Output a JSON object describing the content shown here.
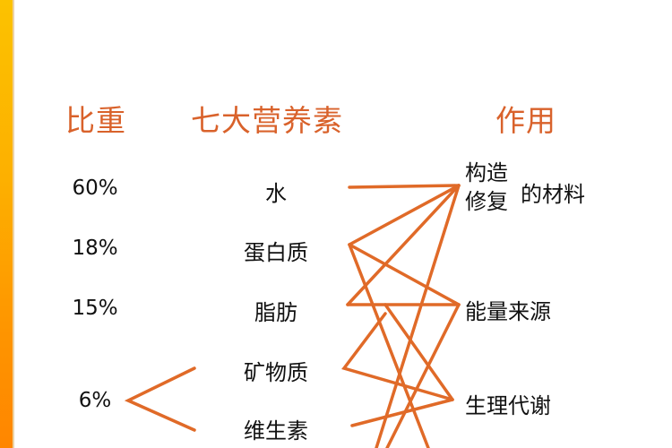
{
  "headers": {
    "ratio": "比重",
    "nutrients": "七大营养素",
    "function": "作用"
  },
  "rows": [
    {
      "ratio": "60%",
      "nutrient": "水"
    },
    {
      "ratio": "18%",
      "nutrient": "蛋白质"
    },
    {
      "ratio": "15%",
      "nutrient": "脂肪"
    },
    {
      "ratio": "",
      "nutrient": "矿物质"
    },
    {
      "ratio": "6%",
      "nutrient": "维生素"
    }
  ],
  "functions": [
    {
      "line1": "构造",
      "line2": "修复",
      "suffix": "的材料"
    },
    {
      "label": "能量来源"
    },
    {
      "label": "生理代谢"
    }
  ],
  "colors": {
    "accent": "#d9622b",
    "line": "#e06a28",
    "sidebar_top": "#fcc200",
    "sidebar_bottom": "#ff8600"
  }
}
